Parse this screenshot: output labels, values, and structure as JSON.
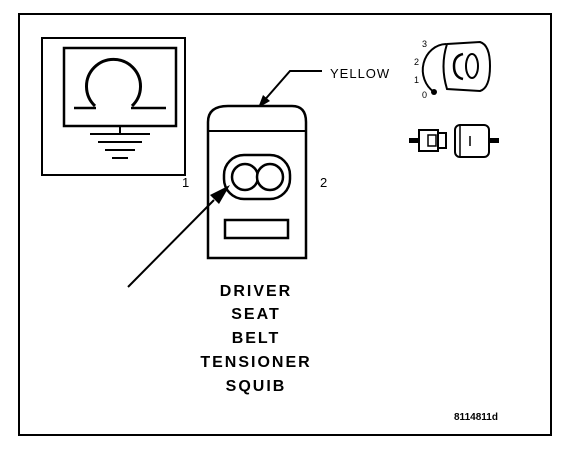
{
  "callouts": {
    "wire_color": "YELLOW",
    "pin_1": "1",
    "pin_2": "2"
  },
  "component_label": {
    "line1": "DRIVER",
    "line2": "SEAT",
    "line3": "BELT",
    "line4": "TENSIONER",
    "line5": "SQUIB"
  },
  "figure_id": "8114811d",
  "key_icon": {
    "pos_3": "3",
    "pos_2": "2",
    "pos_1": "1",
    "pos_0": "0"
  },
  "colors": {
    "ink": "#000000",
    "background": "#ffffff"
  },
  "icons": [
    "resistance-meter-icon",
    "ignition-key-icon",
    "connector-icon",
    "squib-connector-icon"
  ]
}
